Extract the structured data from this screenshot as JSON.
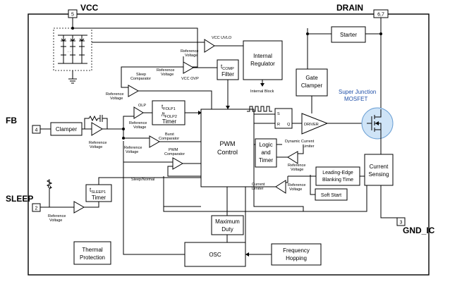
{
  "pins": {
    "vcc": {
      "label": "VCC",
      "number": "5"
    },
    "drain": {
      "label": "DRAIN",
      "number": "6,7"
    },
    "fb": {
      "label": "FB",
      "number": "4"
    },
    "sleep": {
      "label": "SLEEP",
      "number": "2"
    },
    "gnd": {
      "label": "GND_IC",
      "number": "3"
    }
  },
  "blocks": {
    "starter": "Starter",
    "internal_regulator": [
      "Internal",
      "Regulator"
    ],
    "internal_block": "Internal Block",
    "gate_clamper": [
      "Gate",
      "Clamper"
    ],
    "tcomp_filter": {
      "t": "t",
      "sub": "COMP",
      "line2": "Filter"
    },
    "olp_timer": {
      "t1": "t",
      "sub1": "FOLP1",
      "sep": "/t",
      "sub2": "FOLP2",
      "line2": "Timer"
    },
    "pwm_control": [
      "PWM",
      "Control"
    ],
    "logic_timer": [
      "Logic",
      "and",
      "Timer"
    ],
    "driver": "DRIVER",
    "sr_latch": {
      "s": "S",
      "r": "R",
      "q": "Q"
    },
    "current_sensing": [
      "Current",
      "Sensing"
    ],
    "leb": [
      "Leading-Edge",
      "Blanking Time"
    ],
    "soft_start": "Soft Start",
    "clamper": "Clamper",
    "sleep_timer": {
      "t": "t",
      "sub": "SLEEP1",
      "line2": "Timer"
    },
    "max_duty": [
      "Maximum",
      "Duty"
    ],
    "osc": "OSC",
    "freq_hopping": [
      "Frequency",
      "Hopping"
    ],
    "thermal": [
      "Thermal",
      "Protection"
    ]
  },
  "labels": {
    "vcc_uvlo": "VCC UVLO",
    "vcc_ovp": "VCC OVP",
    "reference_voltage": [
      "Reference",
      "Voltage"
    ],
    "sleep_comparator": [
      "Sleep",
      "Comparator"
    ],
    "olp": "OLP",
    "burst_comparator": [
      "Burst",
      "Comparator"
    ],
    "pwm_comparator": [
      "PWM",
      "Comparator"
    ],
    "dynamic_current_limiter": [
      "Dynamic Current",
      "Limiter"
    ],
    "current_limiter": [
      "Current",
      "Limiter"
    ],
    "sleep_normal": "Sleep/Normal",
    "super_junction": [
      "Super Junction",
      "MOSFET"
    ]
  },
  "colors": {
    "line": "#000000",
    "mosfet_highlight": "#cfe4f7",
    "mosfet_label": "#1f4fa8"
  }
}
